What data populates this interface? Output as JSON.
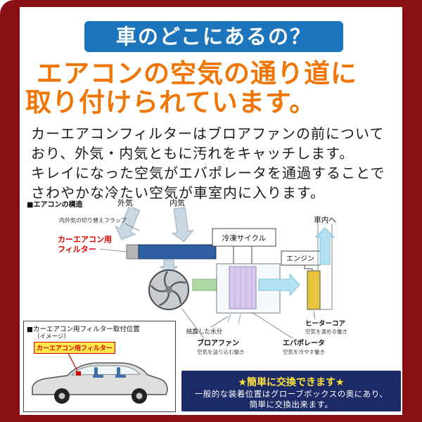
{
  "header": {
    "title": "車のどこにあるの？"
  },
  "headline": {
    "line1": "エアコンの空気の通り道に",
    "line2": "取り付けられています。"
  },
  "body": {
    "line1": "カーエアコンフィルターはブロアファンの前について",
    "line2": "おり、外気・内気ともに汚れをキャッチします。",
    "line3": "キレイになった空気がエバポレータを通過することで",
    "line4": "さわやかな冷たい空気が車室内に入ります。"
  },
  "diagram": {
    "title": "■エアコンの構造",
    "outside_air": "外気",
    "inside_air": "内気",
    "flap_note": "内外気の切り替えフラップ",
    "filter_label_line1": "カーエアコン用",
    "filter_label_line2": "フィルター",
    "refrigeration_cycle": "冷凍サイクル",
    "engine": "エンジン",
    "to_cabin": "車内へ",
    "condensed_water": "結露した水分",
    "blower_fan": "ブロアファン",
    "blower_fan_note": "空気を送り込む働き",
    "evaporator": "エバポレータ",
    "evaporator_note": "空気を冷やす働き",
    "heater_core": "ヒーターコア",
    "heater_core_note": "空気を温める働き"
  },
  "inset": {
    "title": "■カーエアコン用フィルター取付位置",
    "subtitle": "（イメージ）",
    "filter_tag": "カーエアコン用フィルター"
  },
  "footer": {
    "title": "★簡単に交換できます★",
    "line1": "一般的な装着位置はグローブボックスの奥にあり、",
    "line2": "簡単に交換出来ます。"
  },
  "colors": {
    "frame": "#8a0f12",
    "banner": "#1d76bd",
    "headline": "#ee7506",
    "footer-bg": "#1c2b67",
    "footer-title": "#ffe23c",
    "filter-red": "#dd0000",
    "tag-bg": "#ffe94a",
    "filter-blue": "#2e5fa3",
    "heater-yellow": "#e8c43c",
    "evaporator-purple": "#d6c9ea"
  }
}
